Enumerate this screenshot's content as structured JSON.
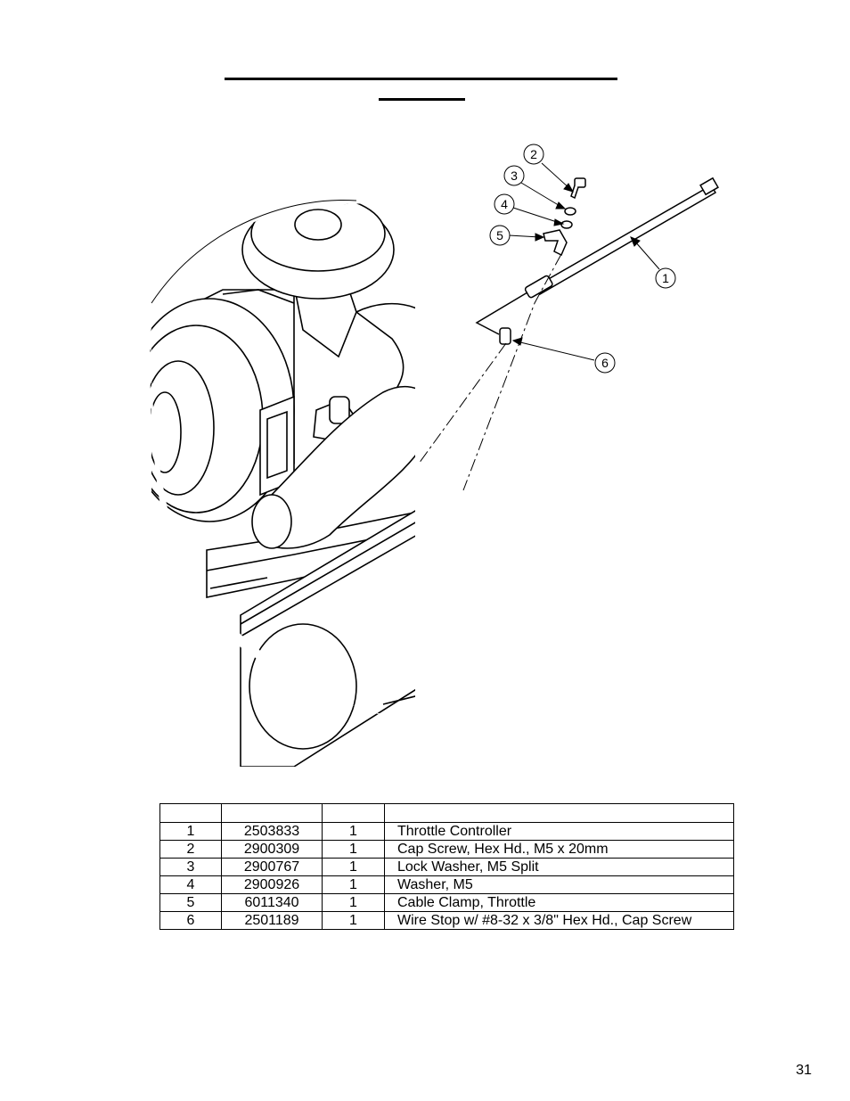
{
  "callouts": [
    "1",
    "2",
    "3",
    "4",
    "5",
    "6"
  ],
  "parts_table": {
    "headers": [
      "",
      "",
      "",
      ""
    ],
    "rows": [
      {
        "item": "1",
        "part_no": "2503833",
        "qty": "1",
        "description": "Throttle Controller"
      },
      {
        "item": "2",
        "part_no": "2900309",
        "qty": "1",
        "description": "Cap Screw, Hex Hd., M5 x 20mm"
      },
      {
        "item": "3",
        "part_no": "2900767",
        "qty": "1",
        "description": "Lock Washer, M5 Split"
      },
      {
        "item": "4",
        "part_no": "2900926",
        "qty": "1",
        "description": "Washer, M5"
      },
      {
        "item": "5",
        "part_no": "6011340",
        "qty": "1",
        "description": "Cable Clamp, Throttle"
      },
      {
        "item": "6",
        "part_no": "2501189",
        "qty": "1",
        "description": "Wire Stop w/ #8-32 x 3/8\" Hex Hd., Cap Screw"
      }
    ]
  },
  "page_number": "31"
}
